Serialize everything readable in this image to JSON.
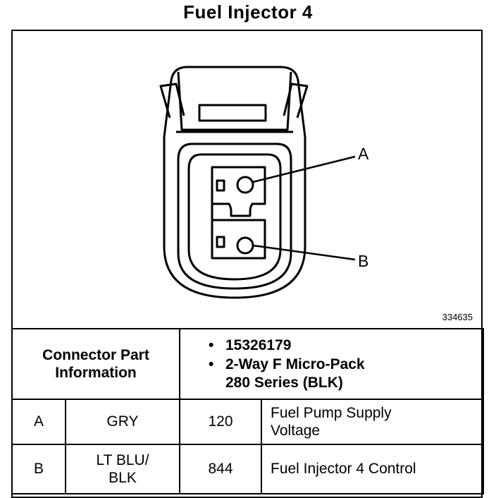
{
  "title": "Fuel Injector 4",
  "figure_id": "334635",
  "pin_labels": {
    "a": "A",
    "b": "B"
  },
  "connector_info": {
    "header_line1": "Connector Part",
    "header_line2": "Information",
    "part_number": "15326179",
    "part_desc_line1": "2-Way F Micro-Pack",
    "part_desc_line2": "280 Series (BLK)"
  },
  "rows": [
    {
      "pin": "A",
      "color_line1": "GRY",
      "color_line2": "",
      "circuit": "120",
      "function_line1": "Fuel Pump Supply",
      "function_line2": "Voltage"
    },
    {
      "pin": "B",
      "color_line1": "LT BLU/",
      "color_line2": "BLK",
      "circuit": "844",
      "function_line1": "Fuel Injector 4 Control",
      "function_line2": ""
    }
  ]
}
